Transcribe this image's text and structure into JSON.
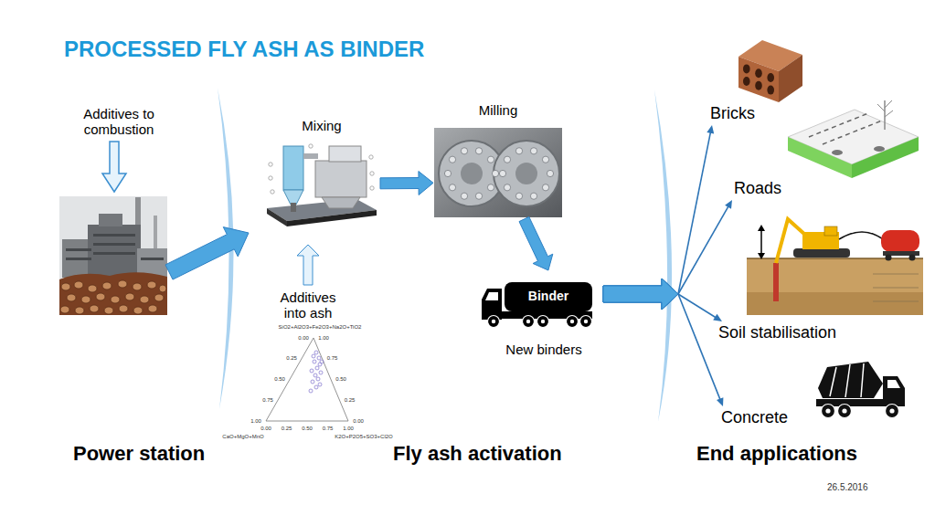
{
  "diagram": {
    "title": "PROCESSED FLY ASH AS BINDER",
    "nodes": [
      {
        "text": [
          "Mixing"
        ]
      },
      {
        "text": [
          "Additives into ash"
        ]
      },
      {
        "text": [
          "Milling"
        ]
      },
      {
        "text": [
          "Binder",
          "New binders"
        ]
      },
      {
        "text": [
          "Bricks"
        ]
      },
      {
        "text": [
          "Roads"
        ]
      },
      {
        "text": [
          "Soil stabilisation"
        ]
      },
      {
        "text": [
          "Concrete"
        ]
      }
    ],
    "edges": [
      {
        "from": 1,
        "to": 0,
        "arrow": "to"
      },
      {
        "from": 0,
        "to": 2,
        "arrow": "to"
      },
      {
        "from": 2,
        "to": 3,
        "arrow": "to"
      },
      {
        "from": 3,
        "to": 4,
        "arrow": "to"
      },
      {
        "from": 3,
        "to": 5,
        "arrow": "to"
      },
      {
        "from": 3,
        "to": 6,
        "arrow": "to"
      },
      {
        "from": 3,
        "to": 7,
        "arrow": "to"
      }
    ],
    "labels": [
      "Additives to combustion",
      "SiO2+Al2O3+Fe2O3+Na2O+TiO2",
      "CaO+MgO+MnO",
      "K2O+P2O5+SO3+Cl2O",
      "0.00",
      "0.25",
      "0.50",
      "0.75",
      "1.00",
      "1.00",
      "0.75",
      "0.50",
      "0.25",
      "0.00",
      "0.00",
      "0.25",
      "0.50",
      "0.75",
      "1.00",
      "Power station",
      "Fly ash activation",
      "End applications",
      "26.5.2016"
    ]
  }
}
